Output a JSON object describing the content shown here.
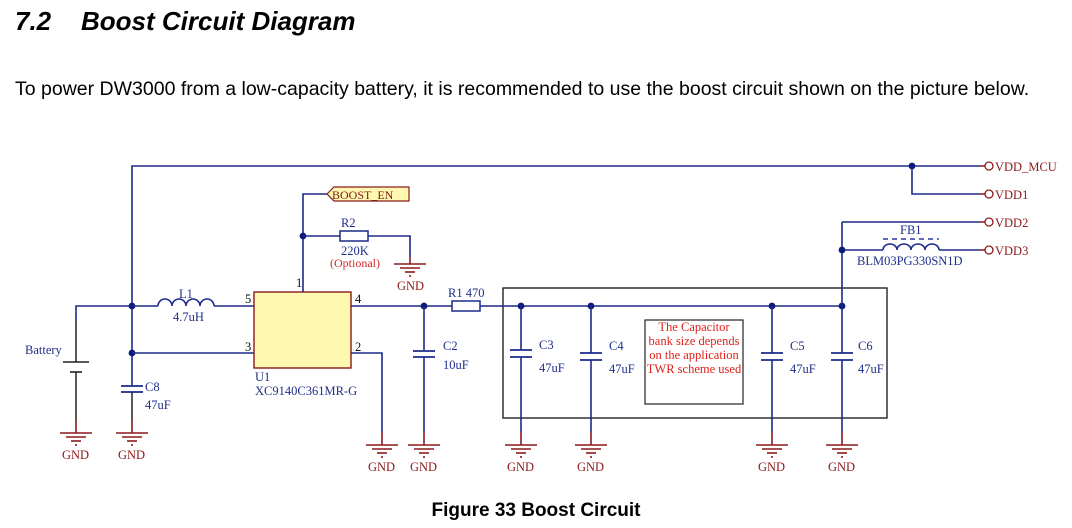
{
  "section": {
    "number": "7.2",
    "title": "Boost Circuit Diagram",
    "paragraph": "To power DW3000 from a low-capacity battery, it is recommended to use the boost circuit shown on the picture below."
  },
  "figure": {
    "caption": "Figure 33 Boost Circuit"
  },
  "schematic": {
    "battery": {
      "label": "Battery"
    },
    "inductor_l1": {
      "ref": "L1",
      "value": "4.7uH"
    },
    "ic_u1": {
      "ref": "U1",
      "part": "XC9140C361MR-G",
      "pins": {
        "p1": "1",
        "p2": "2",
        "p3": "3",
        "p4": "4",
        "p5": "5"
      }
    },
    "boost_en": {
      "label": "BOOST_EN"
    },
    "resistor_r2": {
      "ref": "R2",
      "value": "220K",
      "note": "(Optional)"
    },
    "resistor_r1": {
      "ref": "R1",
      "value": "470"
    },
    "capacitors": [
      {
        "ref": "C8",
        "value": "47uF"
      },
      {
        "ref": "C2",
        "value": "10uF"
      },
      {
        "ref": "C3",
        "value": "47uF"
      },
      {
        "ref": "C4",
        "value": "47uF"
      },
      {
        "ref": "C5",
        "value": "47uF"
      },
      {
        "ref": "C6",
        "value": "47uF"
      }
    ],
    "note_box": {
      "lines": [
        "The Capacitor",
        "bank size depends",
        "on the application",
        "TWR scheme used"
      ]
    },
    "ferrite_fb1": {
      "ref": "FB1",
      "part": "BLM03PG330SN1D"
    },
    "ports": [
      "VDD_MCU",
      "VDD1",
      "VDD2",
      "VDD3"
    ],
    "ground_label": "GND"
  },
  "colors": {
    "wire": "#1c2a8c",
    "ground": "#8c1a1a",
    "ic_fill": "#fff8b0",
    "ic_border": "#8c1a1a",
    "note_text": "#e0201a"
  }
}
